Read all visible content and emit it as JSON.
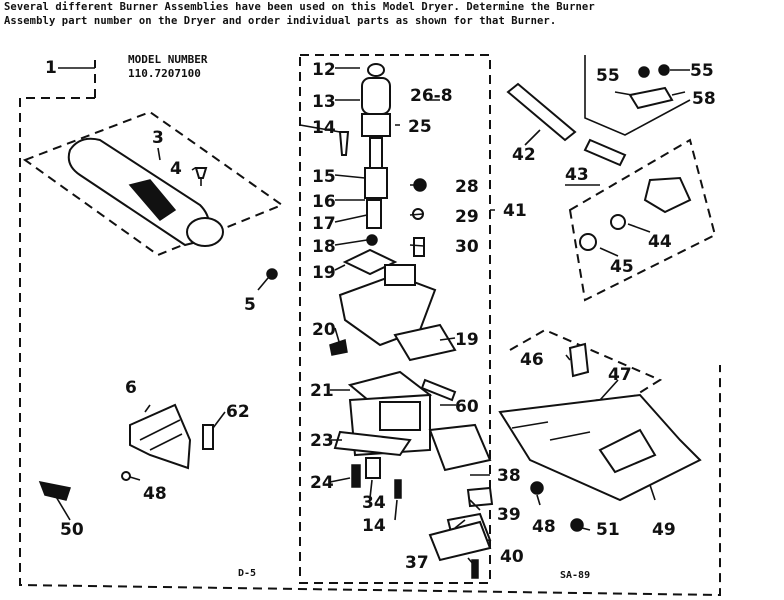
{
  "header": {
    "line1": "Several different Burner Assemblies have been used on this Model Dryer.  Determine the Burner",
    "line2": "Assembly part number on the Dryer and order individual parts as shown for that Burner."
  },
  "model": {
    "label": "MODEL NUMBER",
    "number": "110.7207100"
  },
  "footer": {
    "left_code": "D-5",
    "right_code": "SA-89"
  },
  "callouts": [
    "1",
    "3",
    "4",
    "5",
    "6",
    "12",
    "13",
    "26-8",
    "25",
    "14",
    "15",
    "16",
    "28",
    "17",
    "29",
    "18",
    "30",
    "19",
    "41",
    "20",
    "19",
    "21",
    "60",
    "23",
    "24",
    "34",
    "14",
    "62",
    "48",
    "50",
    "42",
    "55",
    "55",
    "58",
    "43",
    "44",
    "45",
    "46",
    "47",
    "38",
    "39",
    "48",
    "51",
    "49",
    "37",
    "40"
  ]
}
